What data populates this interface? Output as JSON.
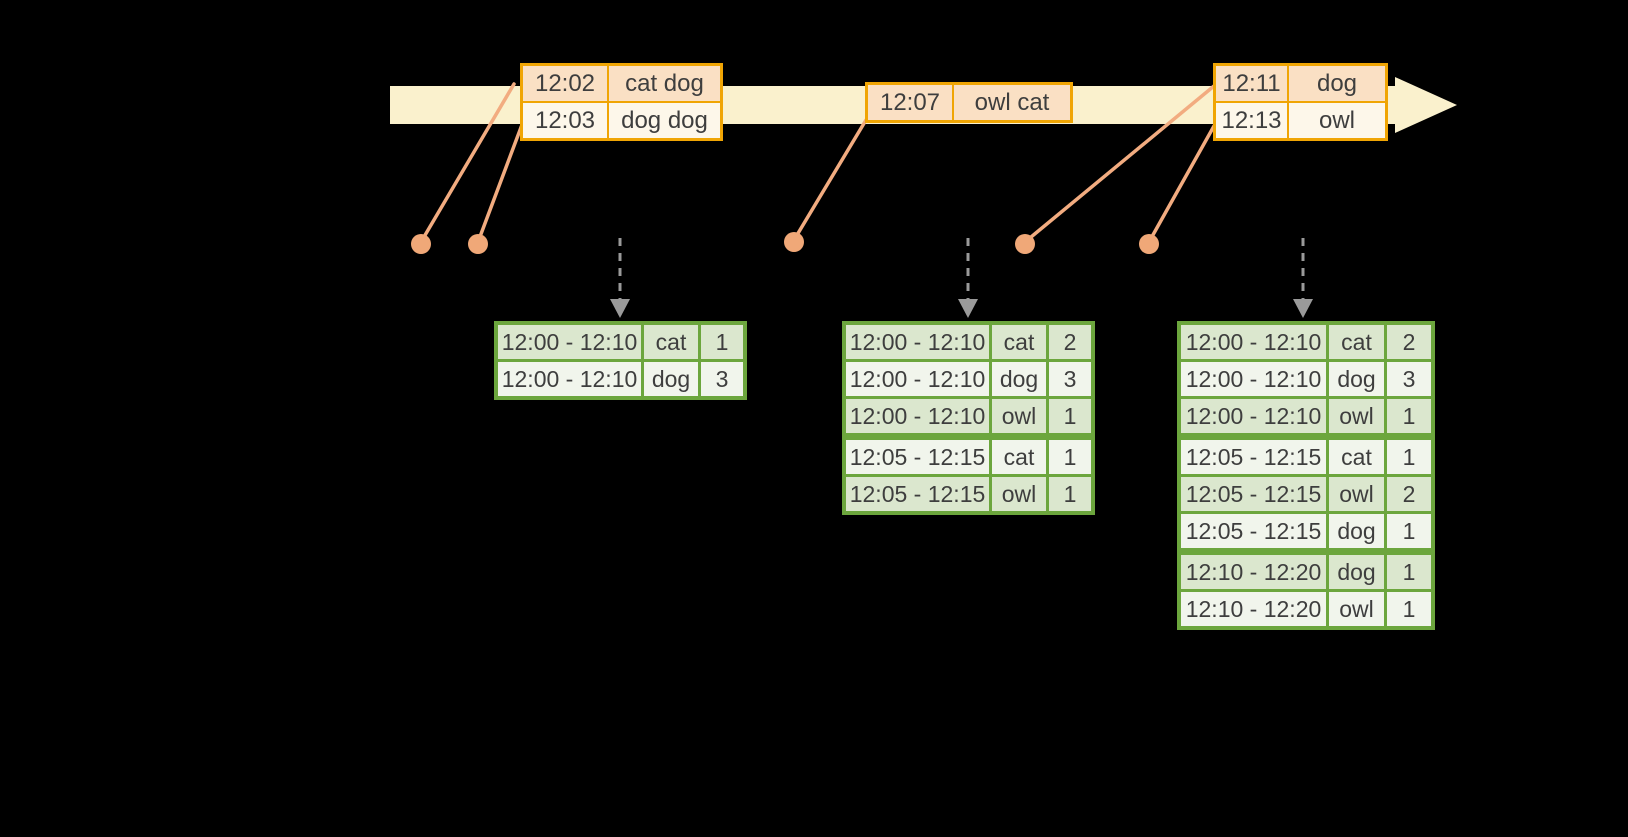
{
  "colors": {
    "background": "#000000",
    "timeline_band": "#FAF1CD",
    "event_table_border": "#F0A504",
    "event_row_dark": "#FAE0C4",
    "event_row_light": "#FDF7EA",
    "connector_salmon": "#F2AC80",
    "dot_salmon": "#F0A878",
    "trigger_gray": "#9A9A9A",
    "result_table_border": "#6CA63D",
    "result_row_dark": "#DBE7CE",
    "result_row_light": "#F1F5EC",
    "text": "#3E3E3E"
  },
  "icons": {
    "timeline_arrowhead": "right-arrow",
    "trigger_arrowhead": "down-arrow",
    "event_dot": "filled-circle"
  },
  "event_tables": [
    {
      "rows": [
        {
          "time": "12:02",
          "words": "cat dog"
        },
        {
          "time": "12:03",
          "words": "dog dog"
        }
      ]
    },
    {
      "rows": [
        {
          "time": "12:07",
          "words": "owl cat"
        }
      ]
    },
    {
      "rows": [
        {
          "time": "12:11",
          "words": "dog"
        },
        {
          "time": "12:13",
          "words": "owl"
        }
      ]
    }
  ],
  "result_tables": [
    {
      "rows": [
        {
          "window": "12:00 - 12:10",
          "word": "cat",
          "count": "1"
        },
        {
          "window": "12:00 - 12:10",
          "word": "dog",
          "count": "3"
        }
      ]
    },
    {
      "rows": [
        {
          "window": "12:00 - 12:10",
          "word": "cat",
          "count": "2"
        },
        {
          "window": "12:00 - 12:10",
          "word": "dog",
          "count": "3"
        },
        {
          "window": "12:00 - 12:10",
          "word": "owl",
          "count": "1"
        },
        {
          "window": "12:05 - 12:15",
          "word": "cat",
          "count": "1"
        },
        {
          "window": "12:05 - 12:15",
          "word": "owl",
          "count": "1"
        }
      ]
    },
    {
      "rows": [
        {
          "window": "12:00 - 12:10",
          "word": "cat",
          "count": "2"
        },
        {
          "window": "12:00 - 12:10",
          "word": "dog",
          "count": "3"
        },
        {
          "window": "12:00 - 12:10",
          "word": "owl",
          "count": "1"
        },
        {
          "window": "12:05 - 12:15",
          "word": "cat",
          "count": "1"
        },
        {
          "window": "12:05 - 12:15",
          "word": "owl",
          "count": "2"
        },
        {
          "window": "12:05 - 12:15",
          "word": "dog",
          "count": "1"
        },
        {
          "window": "12:10 - 12:20",
          "word": "dog",
          "count": "1"
        },
        {
          "window": "12:10 - 12:20",
          "word": "owl",
          "count": "1"
        }
      ]
    }
  ]
}
